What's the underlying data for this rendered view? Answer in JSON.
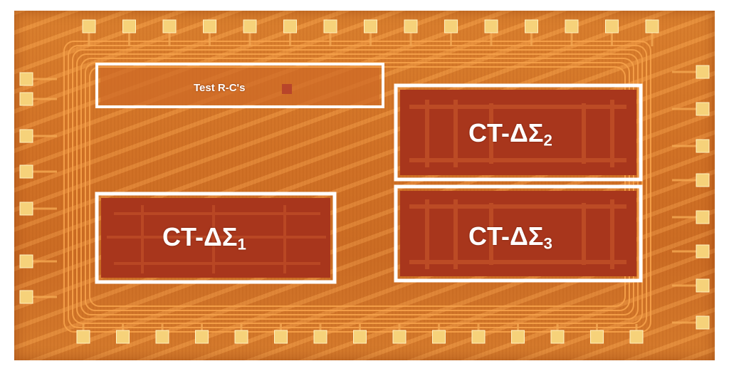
{
  "image": {
    "description_colors": {
      "substrate": "#dd7c2c",
      "block_fill": "#a8361c",
      "pad": "#f6d27a",
      "trace": "#f7a24a",
      "outline": "#ffffff"
    }
  },
  "blocks": {
    "test_rc": {
      "label": "Test R-C's"
    },
    "ct1": {
      "prefix": "CT-",
      "symbol": "ΔΣ",
      "subscript": "1"
    },
    "ct2": {
      "prefix": "CT-",
      "symbol": "ΔΣ",
      "subscript": "2"
    },
    "ct3": {
      "prefix": "CT-",
      "symbol": "ΔΣ",
      "subscript": "3"
    }
  }
}
